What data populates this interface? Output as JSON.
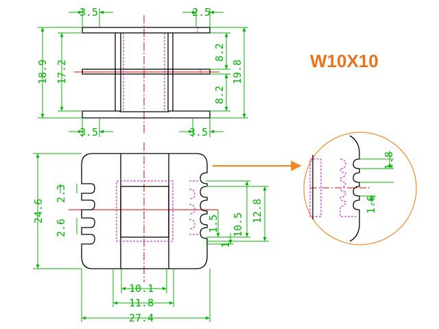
{
  "title": "W10X10",
  "colors": {
    "outline": "#000000",
    "dimension": "#00b400",
    "centerline": "#e00000",
    "hidden": "#d000d0",
    "accent": "#f08a24"
  },
  "top_view": {
    "dims": {
      "top_left": "3.5",
      "top_right": "2.5",
      "bottom_left": "3.5",
      "bottom_right": "3.5",
      "left_outer": "18.9",
      "left_inner": "17.2",
      "right_upper": "8.2",
      "right_lower": "8.2",
      "right_outer": "19.8"
    }
  },
  "front_view": {
    "dims": {
      "height": "24.6",
      "slot_width": "2.3",
      "slot_pitch": "2.6",
      "r1": "1.5",
      "r2": "10.5",
      "r3": "12.8",
      "r4": "1",
      "b1": "10.1",
      "b2": "11.8",
      "b3": "27.4"
    }
  },
  "detail_view": {
    "dims": {
      "upper": "1.8",
      "lower": "1.6"
    }
  }
}
